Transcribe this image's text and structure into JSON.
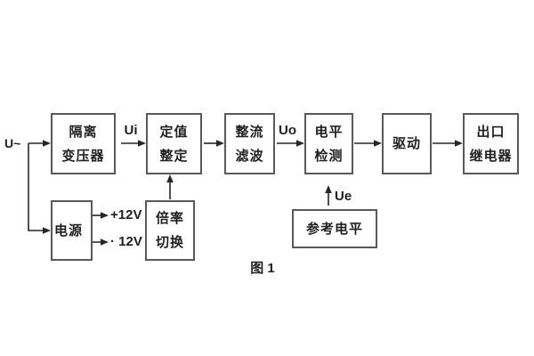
{
  "diagram": {
    "caption": "图 1",
    "input_label": "U~",
    "signals": {
      "ui": "Ui",
      "uo": "Uo",
      "ue": "Ue"
    },
    "power_outputs": {
      "positive": "+12V",
      "negative": "· 12V"
    },
    "blocks": {
      "isolation_transformer": {
        "line1": "隔离",
        "line2": "变压器"
      },
      "setpoint_setting": {
        "line1": "定值",
        "line2": "整定"
      },
      "rectifier_filter": {
        "line1": "整流",
        "line2": "滤波"
      },
      "level_detection": {
        "line1": "电平",
        "line2": "检测"
      },
      "driver": {
        "line1": "驱动"
      },
      "output_relay": {
        "line1": "出口",
        "line2": "继电器"
      },
      "power_supply": {
        "line1": "电源"
      },
      "ratio_switching": {
        "line1": "倍率",
        "line2": "切换"
      },
      "reference_level": {
        "line1": "参考电平"
      }
    },
    "colors": {
      "border": "#595959",
      "text": "#1f1f1f",
      "line": "#262626",
      "background": "#ffffff"
    }
  }
}
